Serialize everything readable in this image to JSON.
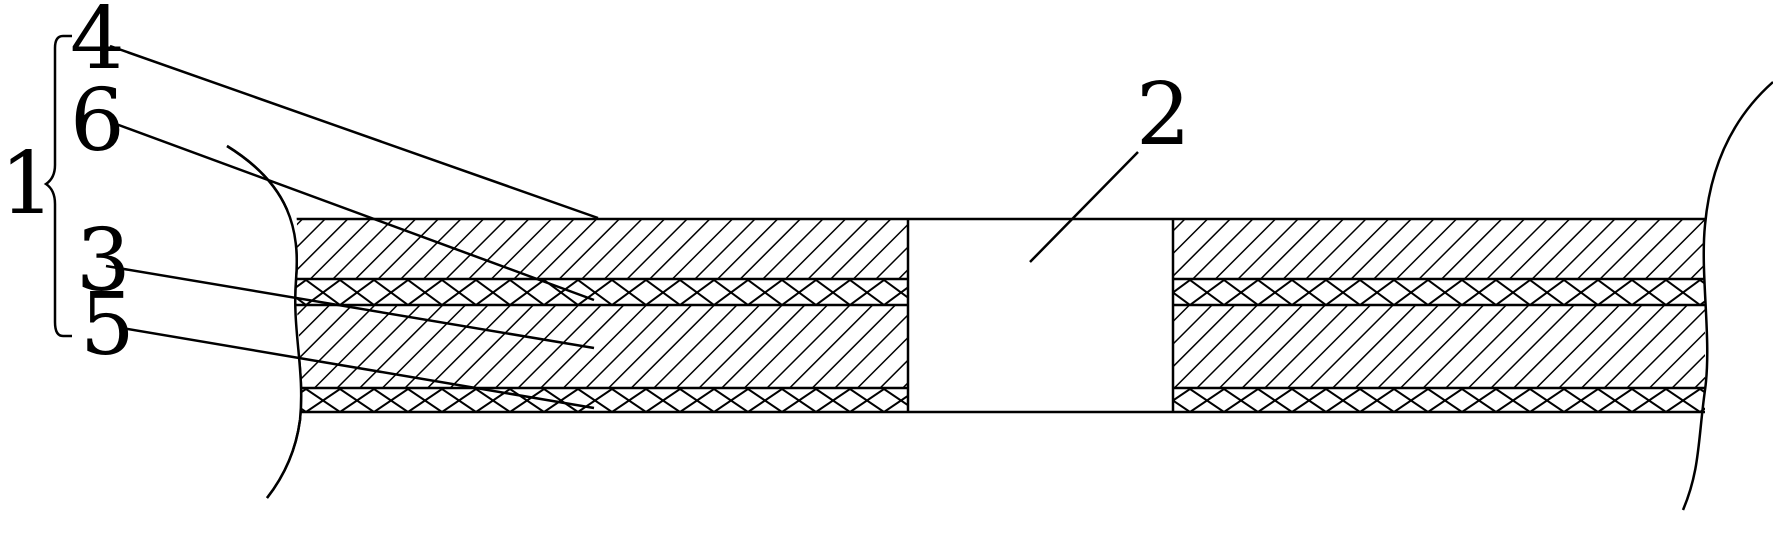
{
  "diagram": {
    "type": "layered cross-section drawing",
    "line_color": "#000000",
    "background_color": "#ffffff",
    "layers": [
      {
        "ref": "4",
        "pattern": "diagonal-hatch"
      },
      {
        "ref": "6",
        "pattern": "cross-hatch"
      },
      {
        "ref": "3",
        "pattern": "diagonal-hatch"
      },
      {
        "ref": "5",
        "pattern": "cross-hatch"
      }
    ],
    "opening_ref": "2",
    "group_ref": "1",
    "labels": {
      "group": "1",
      "opening": "2",
      "layer_top": "4",
      "layer_second": "6",
      "layer_third": "3",
      "layer_bottom": "5"
    }
  }
}
